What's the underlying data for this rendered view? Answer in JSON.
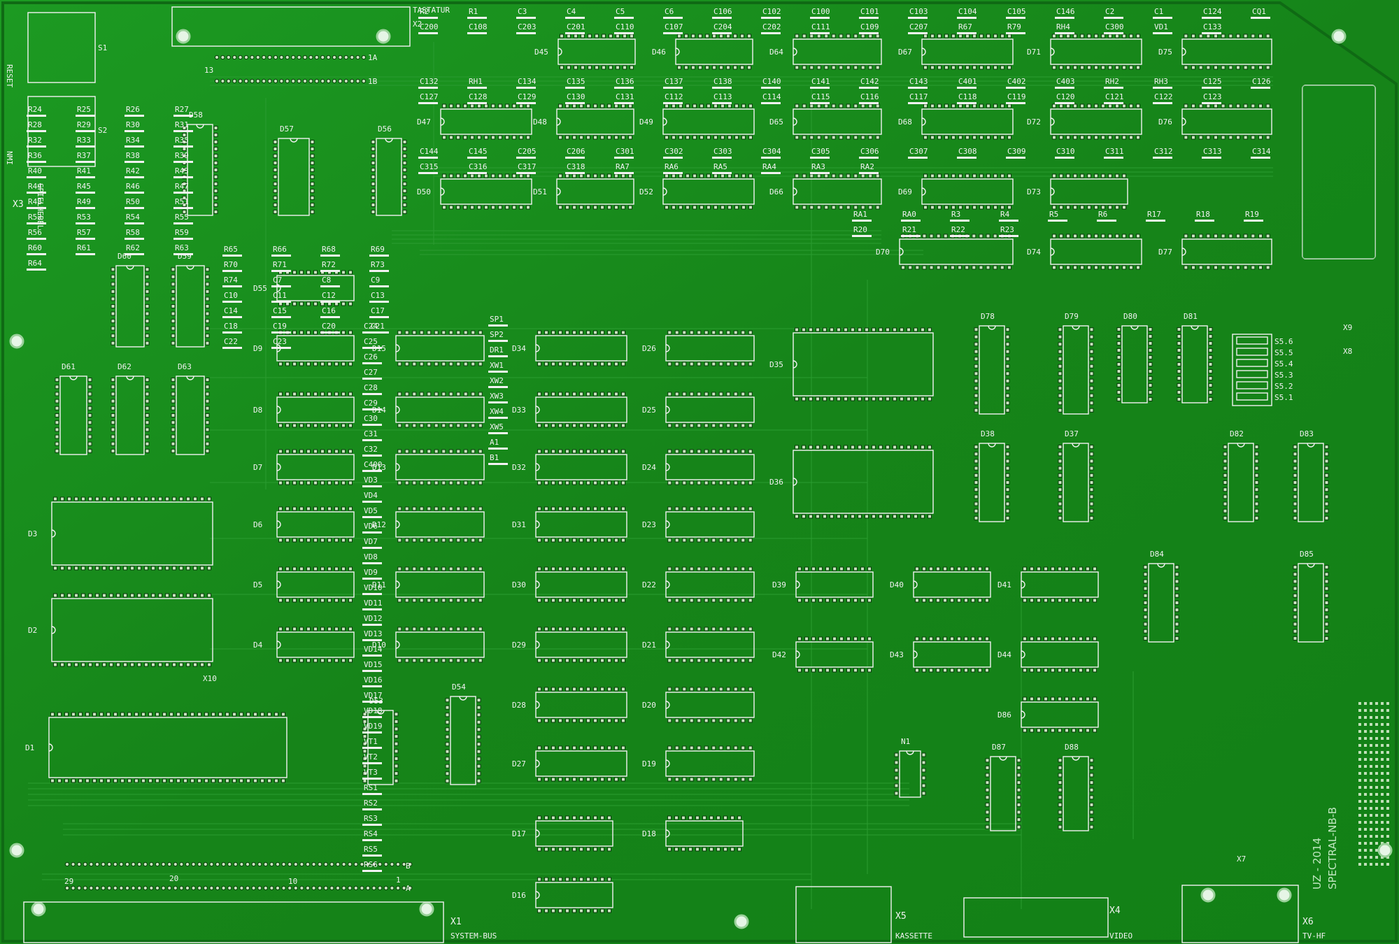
{
  "board": {
    "colors": {
      "substrate": "#1a8a1f",
      "substrate_dark": "#0d5a12",
      "silkscreen": "#f2f2f2",
      "pad": "#c9e6c0"
    },
    "revision_label": "UZ - 2014",
    "board_name": "SPECTRAL-NB-B"
  },
  "connectors": [
    {
      "id": "X1",
      "label": "SYSTEM-BUS"
    },
    {
      "id": "X2",
      "label": "TASTATUR"
    },
    {
      "id": "X3",
      "label": "SPIELHEBEL"
    },
    {
      "id": "X4",
      "label": "VIDEO"
    },
    {
      "id": "X5",
      "label": "KASSETTE"
    },
    {
      "id": "X6",
      "label": "TV-HF"
    },
    {
      "id": "X7",
      "label": ""
    },
    {
      "id": "X8",
      "label": ""
    },
    {
      "id": "X9",
      "label": ""
    },
    {
      "id": "X10",
      "label": ""
    }
  ],
  "switches": [
    {
      "id": "S1",
      "label": "RESET"
    },
    {
      "id": "S2",
      "label": "NMI"
    }
  ],
  "bus_pin_labels": [
    "29",
    "20",
    "10",
    "1",
    "A",
    "B"
  ],
  "keyboard_pin_labels": [
    "13",
    "1A",
    "1B"
  ],
  "switch_bank": [
    "S5.6",
    "S5.5",
    "S5.4",
    "S5.3",
    "S5.2",
    "S5.1"
  ],
  "chips": [
    {
      "ref": "D45",
      "l": "D45"
    },
    {
      "ref": "D46",
      "l": "D46"
    },
    {
      "ref": "D64",
      "l": "D64"
    },
    {
      "ref": "D67",
      "l": "D67"
    },
    {
      "ref": "D71",
      "l": "D71"
    },
    {
      "ref": "D75",
      "l": "D75"
    },
    {
      "ref": "D47",
      "l": "D47"
    },
    {
      "ref": "D48",
      "l": "D48"
    },
    {
      "ref": "D49",
      "l": "D49"
    },
    {
      "ref": "D65",
      "l": "D65"
    },
    {
      "ref": "D68",
      "l": "D68"
    },
    {
      "ref": "D72",
      "l": "D72"
    },
    {
      "ref": "D76",
      "l": "D76"
    },
    {
      "ref": "D50",
      "l": "D50"
    },
    {
      "ref": "D51",
      "l": "D51"
    },
    {
      "ref": "D52",
      "l": "D52"
    },
    {
      "ref": "D66",
      "l": "D66"
    },
    {
      "ref": "D69",
      "l": "D69"
    },
    {
      "ref": "D73",
      "l": "D73"
    },
    {
      "ref": "D70",
      "l": "D70"
    },
    {
      "ref": "D74",
      "l": "D74"
    },
    {
      "ref": "D77",
      "l": "D77"
    },
    {
      "ref": "D58",
      "l": "D58"
    },
    {
      "ref": "D57",
      "l": "D57"
    },
    {
      "ref": "D56",
      "l": "D56"
    },
    {
      "ref": "D60",
      "l": "D60"
    },
    {
      "ref": "D59",
      "l": "D59"
    },
    {
      "ref": "D55",
      "l": "D55"
    },
    {
      "ref": "D61",
      "l": "D61"
    },
    {
      "ref": "D62",
      "l": "D62"
    },
    {
      "ref": "D63",
      "l": "D63"
    },
    {
      "ref": "D9",
      "l": "D9"
    },
    {
      "ref": "D15",
      "l": "D15"
    },
    {
      "ref": "D34",
      "l": "D34"
    },
    {
      "ref": "D26",
      "l": "D26"
    },
    {
      "ref": "D35",
      "l": "D35"
    },
    {
      "ref": "D8",
      "l": "D8"
    },
    {
      "ref": "D14",
      "l": "D14"
    },
    {
      "ref": "D33",
      "l": "D33"
    },
    {
      "ref": "D25",
      "l": "D25"
    },
    {
      "ref": "D7",
      "l": "D7"
    },
    {
      "ref": "D13",
      "l": "D13"
    },
    {
      "ref": "D32",
      "l": "D32"
    },
    {
      "ref": "D24",
      "l": "D24"
    },
    {
      "ref": "D36",
      "l": "D36"
    },
    {
      "ref": "D6",
      "l": "D6"
    },
    {
      "ref": "D12",
      "l": "D12"
    },
    {
      "ref": "D31",
      "l": "D31"
    },
    {
      "ref": "D23",
      "l": "D23"
    },
    {
      "ref": "D5",
      "l": "D5"
    },
    {
      "ref": "D11",
      "l": "D11"
    },
    {
      "ref": "D30",
      "l": "D30"
    },
    {
      "ref": "D22",
      "l": "D22"
    },
    {
      "ref": "D39",
      "l": "D39"
    },
    {
      "ref": "D40",
      "l": "D40"
    },
    {
      "ref": "D41",
      "l": "D41"
    },
    {
      "ref": "D4",
      "l": "D4"
    },
    {
      "ref": "D10",
      "l": "D10"
    },
    {
      "ref": "D29",
      "l": "D29"
    },
    {
      "ref": "D21",
      "l": "D21"
    },
    {
      "ref": "D42",
      "l": "D42"
    },
    {
      "ref": "D43",
      "l": "D43"
    },
    {
      "ref": "D44",
      "l": "D44"
    },
    {
      "ref": "D28",
      "l": "D28"
    },
    {
      "ref": "D20",
      "l": "D20"
    },
    {
      "ref": "D86",
      "l": "D86"
    },
    {
      "ref": "D27",
      "l": "D27"
    },
    {
      "ref": "D19",
      "l": "D19"
    },
    {
      "ref": "D3",
      "l": "D3"
    },
    {
      "ref": "D2",
      "l": "D2"
    },
    {
      "ref": "D1",
      "l": "D1"
    },
    {
      "ref": "D53",
      "l": "D53"
    },
    {
      "ref": "D54",
      "l": "D54"
    },
    {
      "ref": "D17",
      "l": "D17"
    },
    {
      "ref": "D18",
      "l": "D18"
    },
    {
      "ref": "D16",
      "l": "D16"
    },
    {
      "ref": "D78",
      "l": "D78"
    },
    {
      "ref": "D79",
      "l": "D79"
    },
    {
      "ref": "D80",
      "l": "D80"
    },
    {
      "ref": "D81",
      "l": "D81"
    },
    {
      "ref": "D38",
      "l": "D38"
    },
    {
      "ref": "D37",
      "l": "D37"
    },
    {
      "ref": "D82",
      "l": "D82"
    },
    {
      "ref": "D83",
      "l": "D83"
    },
    {
      "ref": "D84",
      "l": "D84"
    },
    {
      "ref": "D85",
      "l": "D85"
    },
    {
      "ref": "D87",
      "l": "D87"
    },
    {
      "ref": "D88",
      "l": "D88"
    },
    {
      "ref": "N1",
      "l": "N1"
    }
  ],
  "passives": [
    "R2",
    "R1",
    "C3",
    "C4",
    "C5",
    "C6",
    "C106",
    "C102",
    "C100",
    "C101",
    "C103",
    "C104",
    "C105",
    "C146",
    "C2",
    "C1",
    "C124",
    "CQ1",
    "C200",
    "C108",
    "C203",
    "C201",
    "C110",
    "C107",
    "C204",
    "C202",
    "C111",
    "C109",
    "C207",
    "R67",
    "R79",
    "RH4",
    "C300",
    "VD1",
    "C133",
    "C132",
    "RH1",
    "C134",
    "C135",
    "C136",
    "C137",
    "C138",
    "C140",
    "C141",
    "C142",
    "C143",
    "C401",
    "C402",
    "C403",
    "RH2",
    "RH3",
    "C125",
    "C126",
    "C127",
    "C128",
    "C129",
    "C130",
    "C131",
    "C112",
    "C113",
    "C114",
    "C115",
    "C116",
    "C117",
    "C118",
    "C119",
    "C120",
    "C121",
    "C122",
    "C123",
    "C144",
    "C145",
    "C205",
    "C206",
    "C301",
    "C302",
    "C303",
    "C304",
    "C305",
    "C306",
    "C307",
    "C308",
    "C309",
    "C310",
    "C311",
    "C312",
    "C313",
    "C314",
    "C315",
    "C316",
    "C317",
    "C318",
    "RA7",
    "RA6",
    "RA5",
    "RA4",
    "RA3",
    "RA2",
    "RA1",
    "RA0",
    "R3",
    "R4",
    "R5",
    "R6",
    "R17",
    "R18",
    "R19",
    "R20",
    "R21",
    "R22",
    "R23",
    "R24",
    "R25",
    "R26",
    "R27",
    "R28",
    "R29",
    "R30",
    "R31",
    "R32",
    "R33",
    "R34",
    "R35",
    "R36",
    "R37",
    "R38",
    "R39",
    "R40",
    "R41",
    "R42",
    "R43",
    "R44",
    "R45",
    "R46",
    "R47",
    "R48",
    "R49",
    "R50",
    "R51",
    "R52",
    "R53",
    "R54",
    "R55",
    "R56",
    "R57",
    "R58",
    "R59",
    "R60",
    "R61",
    "R62",
    "R63",
    "R64",
    "R65",
    "R66",
    "R68",
    "R69",
    "R70",
    "R71",
    "R72",
    "R73",
    "R74",
    "C7",
    "C8",
    "C9",
    "C10",
    "C11",
    "C12",
    "C13",
    "C14",
    "C15",
    "C16",
    "C17",
    "C18",
    "C19",
    "C20",
    "C21",
    "C22",
    "C23",
    "C24",
    "C25",
    "C26",
    "C27",
    "C28",
    "C29",
    "C30",
    "C31",
    "C32",
    "C400",
    "VD3",
    "VD4",
    "VD5",
    "VD6",
    "VD7",
    "VD8",
    "VD9",
    "VD10",
    "VD11",
    "VD12",
    "VD13",
    "VD14",
    "VD15",
    "VD16",
    "VD17",
    "VD18",
    "VD19",
    "VT1",
    "VT2",
    "VT3",
    "RS1",
    "RS2",
    "RS3",
    "RS4",
    "RS5",
    "RS6",
    "SP1",
    "SP2",
    "DR1",
    "XW1",
    "XW2",
    "XW3",
    "XW4",
    "XW5",
    "A1",
    "B1"
  ]
}
